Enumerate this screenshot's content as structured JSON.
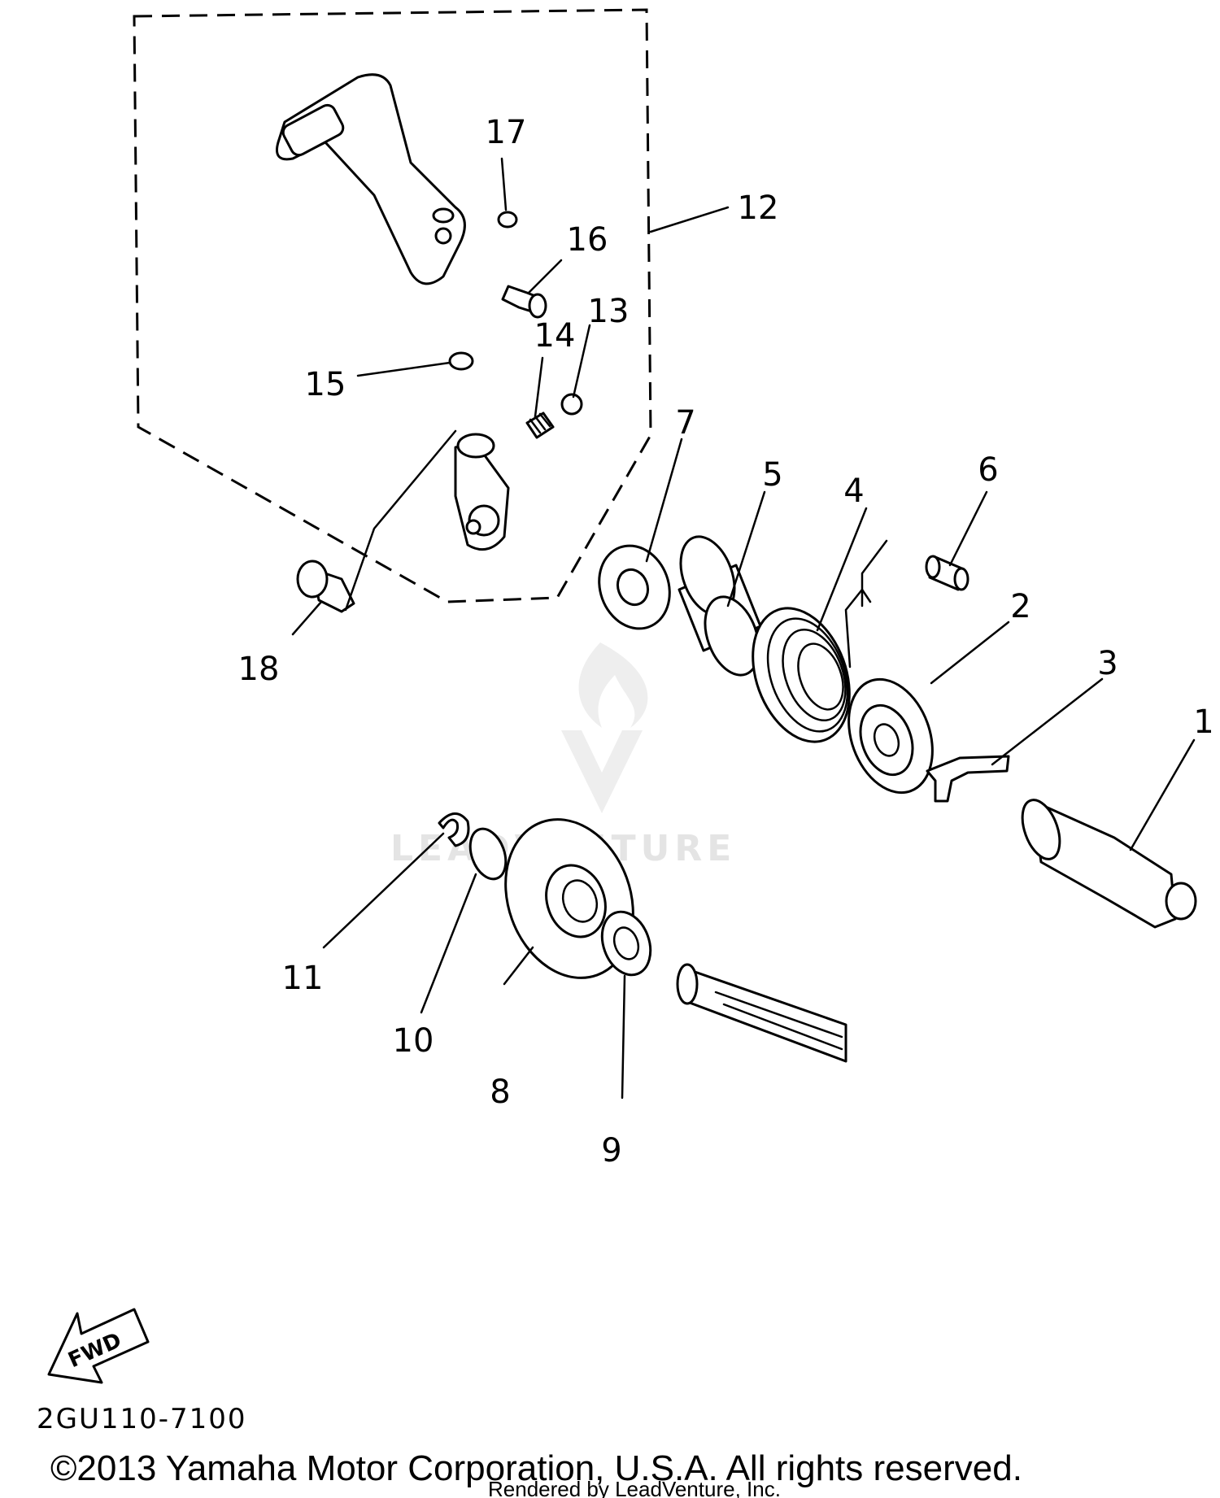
{
  "callouts": [
    "1",
    "2",
    "3",
    "4",
    "5",
    "6",
    "7",
    "8",
    "9",
    "10",
    "11",
    "12",
    "13",
    "14",
    "15",
    "16",
    "17",
    "18"
  ],
  "fwd_label": "FWD",
  "drawing_code": "2GU110-7100",
  "copyright": "©2013 Yamaha Motor Corporation, U.S.A. All rights reserved.",
  "rendered_by": "Rendered by LeadVenture, Inc.",
  "watermark_text": "LEADVENTURE",
  "colors": {
    "ink": "#000000",
    "paper": "#ffffff",
    "watermark": "#e4e4e4"
  }
}
